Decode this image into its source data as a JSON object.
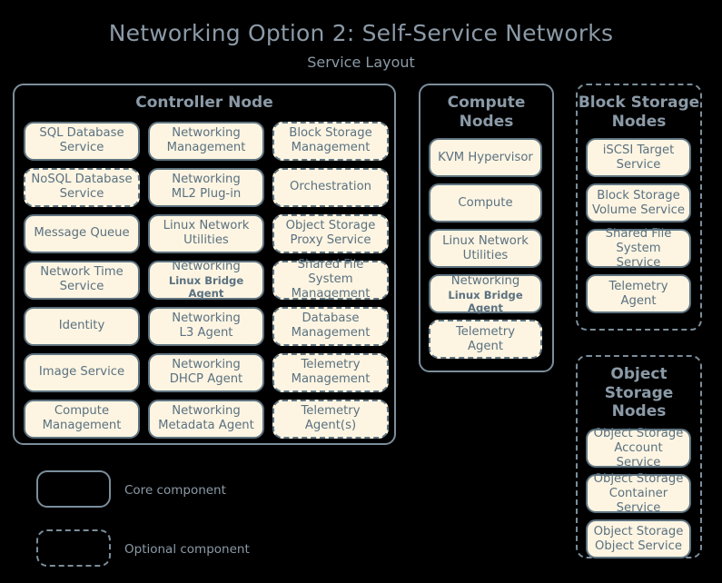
{
  "diagram": {
    "title": "Networking Option 2: Self-Service Networks",
    "subtitle": "Service Layout"
  },
  "nodes": {
    "controller": {
      "title": "Controller Node",
      "style": "core",
      "columns": [
        [
          {
            "l1": "SQL Database",
            "l2": "Service",
            "style": "core"
          },
          {
            "l1": "NoSQL Database",
            "l2": "Service",
            "style": "optional"
          },
          {
            "l1": "Message Queue",
            "l2": "",
            "style": "core"
          },
          {
            "l1": "Network Time",
            "l2": "Service",
            "style": "core"
          },
          {
            "l1": "Identity",
            "l2": "",
            "style": "core"
          },
          {
            "l1": "Image Service",
            "l2": "",
            "style": "core"
          },
          {
            "l1": "Compute",
            "l2": "Management",
            "style": "core"
          }
        ],
        [
          {
            "l1": "Networking",
            "l2": "Management",
            "style": "core"
          },
          {
            "l1": "Networking",
            "l2": "ML2 Plug-in",
            "style": "core"
          },
          {
            "l1": "Linux Network",
            "l2": "Utilities",
            "style": "core"
          },
          {
            "l1": "Networking",
            "l2": "Linux Bridge Agent",
            "sub": true,
            "style": "core"
          },
          {
            "l1": "Networking",
            "l2": "L3 Agent",
            "style": "core"
          },
          {
            "l1": "Networking",
            "l2": "DHCP Agent",
            "style": "core"
          },
          {
            "l1": "Networking",
            "l2": "Metadata Agent",
            "style": "core"
          }
        ],
        [
          {
            "l1": "Block Storage",
            "l2": "Management",
            "style": "optional"
          },
          {
            "l1": "Orchestration",
            "l2": "",
            "style": "optional"
          },
          {
            "l1": "Object Storage",
            "l2": "Proxy Service",
            "style": "optional"
          },
          {
            "l1": "Shared File System",
            "l2": "Management",
            "style": "optional"
          },
          {
            "l1": "Database",
            "l2": "Management",
            "style": "optional"
          },
          {
            "l1": "Telemetry",
            "l2": "Management",
            "style": "optional"
          },
          {
            "l1": "Telemetry",
            "l2": "Agent(s)",
            "style": "optional"
          }
        ]
      ]
    },
    "compute": {
      "title_line1": "Compute",
      "title_line2": "Nodes",
      "style": "core",
      "items": [
        {
          "l1": "KVM Hypervisor",
          "l2": "",
          "style": "core"
        },
        {
          "l1": "Compute",
          "l2": "",
          "style": "core"
        },
        {
          "l1": "Linux Network",
          "l2": "Utilities",
          "style": "core"
        },
        {
          "l1": "Networking",
          "l2": "Linux Bridge Agent",
          "sub": true,
          "style": "core"
        },
        {
          "l1": "Telemetry",
          "l2": "Agent",
          "style": "optional"
        }
      ]
    },
    "block_storage": {
      "title_line1": "Block Storage",
      "title_line2": "Nodes",
      "style": "optional",
      "items": [
        {
          "l1": "iSCSI Target",
          "l2": "Service",
          "style": "core"
        },
        {
          "l1": "Block Storage",
          "l2": "Volume Service",
          "style": "core"
        },
        {
          "l1": "Shared File System",
          "l2": "Service",
          "style": "core"
        },
        {
          "l1": "Telemetry",
          "l2": "Agent",
          "style": "core"
        }
      ]
    },
    "object_storage": {
      "title_line1": "Object",
      "title_line2": "Storage Nodes",
      "style": "optional",
      "items": [
        {
          "l1": "Object Storage",
          "l2": "Account Service",
          "style": "core"
        },
        {
          "l1": "Object Storage",
          "l2": "Container Service",
          "style": "core"
        },
        {
          "l1": "Object Storage",
          "l2": "Object Service",
          "style": "core"
        }
      ]
    }
  },
  "legend": {
    "core_label": "Core component",
    "optional_label": "Optional component"
  },
  "colors": {
    "background": "#000000",
    "box_fill": "#fdf5e2",
    "box_border": "#5f7481",
    "container_border": "#7b8e9b",
    "text": "#5b7180",
    "title_text": "#8b9aa7"
  }
}
